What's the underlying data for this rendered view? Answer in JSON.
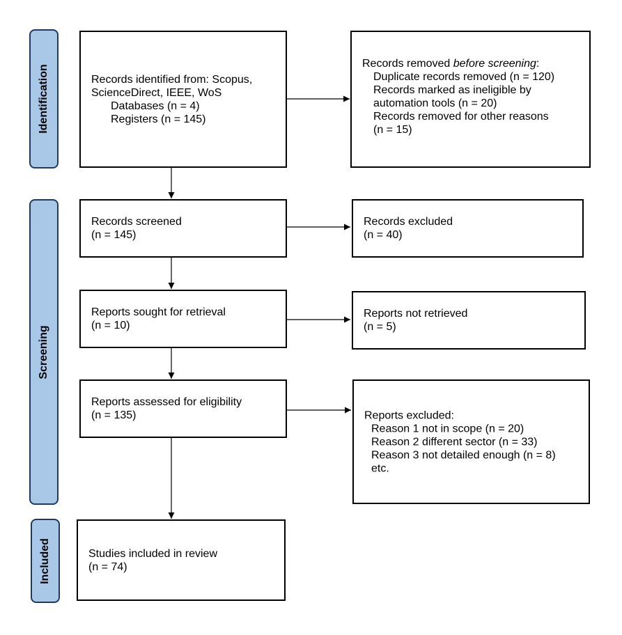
{
  "phases": {
    "identification": "Identification",
    "screening": "Screening",
    "included": "Included"
  },
  "identified": {
    "line1": "Records identified from: Scopus,",
    "line2": "ScienceDirect, IEEE, WoS",
    "databases": "Databases (n = 4)",
    "registers": "Registers (n = 145)"
  },
  "removed": {
    "title_prefix": "Records removed ",
    "title_emphasis": "before screening",
    "title_suffix": ":",
    "duplicates": "Duplicate records removed (n = 120)",
    "ineligible_1": "Records marked as ineligible by",
    "ineligible_2": "automation tools (n = 20)",
    "other_1": "Records removed for other reasons",
    "other_2": "(n = 15)"
  },
  "screened": {
    "label": "Records screened",
    "count": "(n = 145)"
  },
  "excluded": {
    "label": "Records excluded",
    "count": "(n = 40)"
  },
  "sought": {
    "label": "Reports sought for retrieval",
    "count": "(n = 10)"
  },
  "not_retrieved": {
    "label": "Reports not retrieved",
    "count": "(n = 5)"
  },
  "assessed": {
    "label": "Reports assessed for eligibility",
    "count": "(n = 135)"
  },
  "reports_excluded": {
    "title": "Reports excluded:",
    "reason1": "Reason 1 not in scope (n = 20)",
    "reason2": "Reason 2 different sector (n = 33)",
    "reason3": "Reason 3 not detailed enough (n = 8)",
    "etc": "etc."
  },
  "included": {
    "label": "Studies included in review",
    "count": "(n = 74)"
  }
}
